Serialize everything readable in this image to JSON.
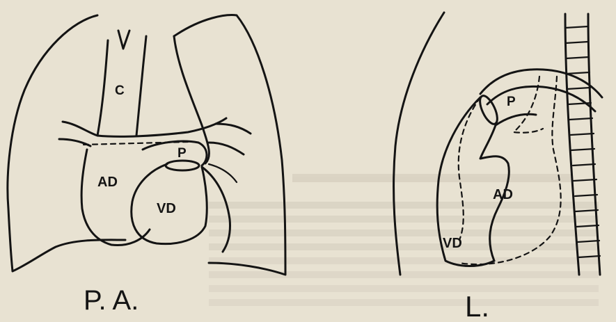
{
  "panels": {
    "pa": {
      "caption": "P. A.",
      "labels": {
        "c": "C",
        "p": "P",
        "ad": "AD",
        "vd": "VD"
      }
    },
    "lateral": {
      "caption": "L.",
      "labels": {
        "p": "P",
        "ad": "AD",
        "vd": "VD"
      }
    }
  },
  "colors": {
    "ink": "#141414",
    "paper": "#e8e2d2"
  }
}
